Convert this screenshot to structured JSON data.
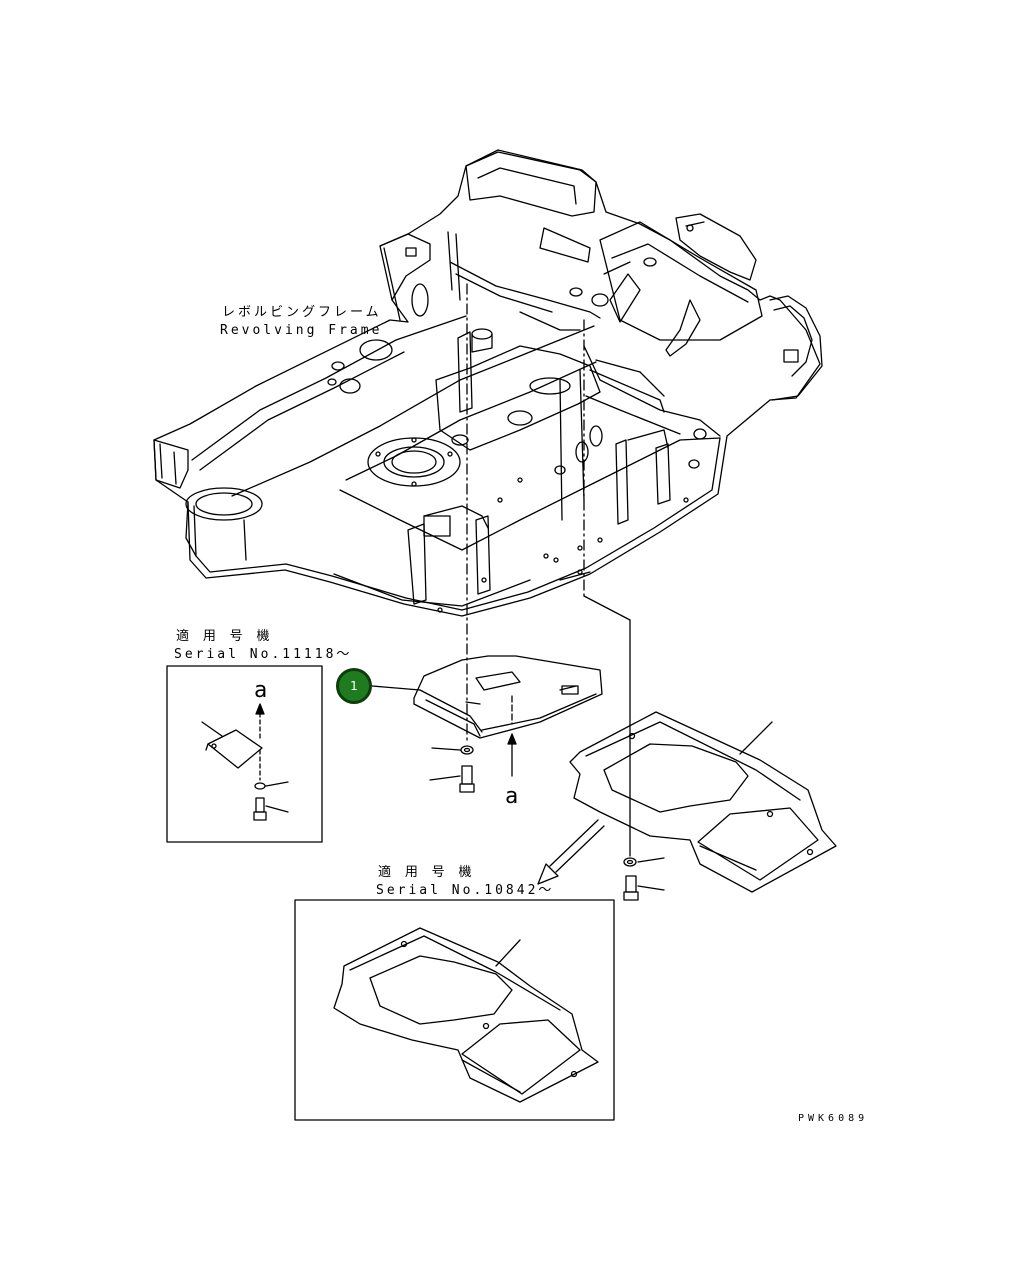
{
  "labels": {
    "frame_jp": "レボルビングフレーム",
    "frame_en": "Revolving Frame",
    "serial1_jp": "適 用 号 機",
    "serial1": "Serial No.11118～",
    "serial2_jp": "適 用 号 機",
    "serial2": "Serial No.10842～",
    "view_a_top": "a",
    "view_a_main": "a",
    "drawing_code": "PWK6089"
  },
  "callouts": [
    {
      "number": "1"
    }
  ],
  "colors": {
    "callout_fill": "#1e7b1e",
    "callout_border": "#0d3d0d",
    "line": "#000000"
  }
}
